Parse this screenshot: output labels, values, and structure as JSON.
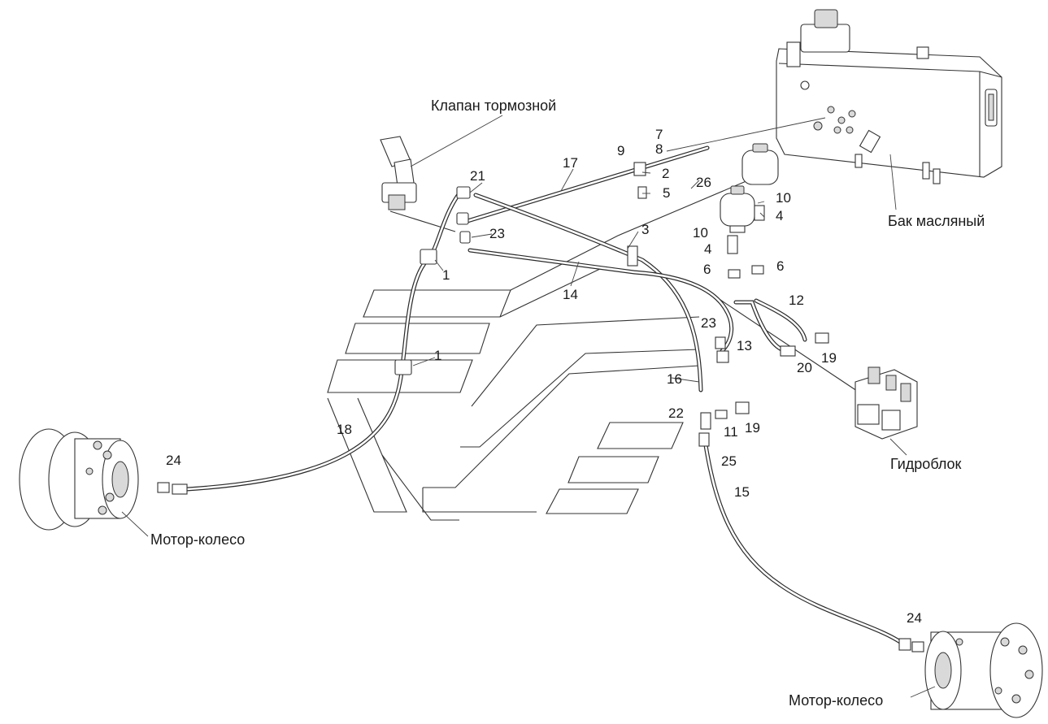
{
  "captions": {
    "brake_valve": "Клапан тормозной",
    "oil_tank": "Бак масляный",
    "hydro_block": "Гидроблок",
    "motor_wheel_left": "Мотор-колесо",
    "motor_wheel_right": "Мотор-колесо"
  },
  "callouts": [
    {
      "id": "c-7",
      "text": "7"
    },
    {
      "id": "c-9",
      "text": "9"
    },
    {
      "id": "c-8",
      "text": "8"
    },
    {
      "id": "c-17",
      "text": "17"
    },
    {
      "id": "c-21",
      "text": "21"
    },
    {
      "id": "c-2",
      "text": "2"
    },
    {
      "id": "c-26",
      "text": "26"
    },
    {
      "id": "c-5",
      "text": "5"
    },
    {
      "id": "c-10a",
      "text": "10"
    },
    {
      "id": "c-4a",
      "text": "4"
    },
    {
      "id": "c-3",
      "text": "3"
    },
    {
      "id": "c-23a",
      "text": "23"
    },
    {
      "id": "c-10b",
      "text": "10"
    },
    {
      "id": "c-4b",
      "text": "4"
    },
    {
      "id": "c-1a",
      "text": "1"
    },
    {
      "id": "c-6a",
      "text": "6"
    },
    {
      "id": "c-6b",
      "text": "6"
    },
    {
      "id": "c-14",
      "text": "14"
    },
    {
      "id": "c-12",
      "text": "12"
    },
    {
      "id": "c-23b",
      "text": "23"
    },
    {
      "id": "c-13",
      "text": "13"
    },
    {
      "id": "c-1b",
      "text": "1"
    },
    {
      "id": "c-20",
      "text": "20"
    },
    {
      "id": "c-19a",
      "text": "19"
    },
    {
      "id": "c-16",
      "text": "16"
    },
    {
      "id": "c-22",
      "text": "22"
    },
    {
      "id": "c-11",
      "text": "11"
    },
    {
      "id": "c-19b",
      "text": "19"
    },
    {
      "id": "c-18",
      "text": "18"
    },
    {
      "id": "c-24a",
      "text": "24"
    },
    {
      "id": "c-25",
      "text": "25"
    },
    {
      "id": "c-15",
      "text": "15"
    },
    {
      "id": "c-24b",
      "text": "24"
    }
  ],
  "icons": {
    "frame": "vehicle-frame-outline",
    "tank": "oil-tank",
    "filter": "filter-canister",
    "valve": "brake-valve-pedal",
    "block": "hydraulic-block",
    "motor": "motor-wheel"
  },
  "colors": {
    "ink": "#1a1a1a",
    "paper": "#ffffff"
  }
}
